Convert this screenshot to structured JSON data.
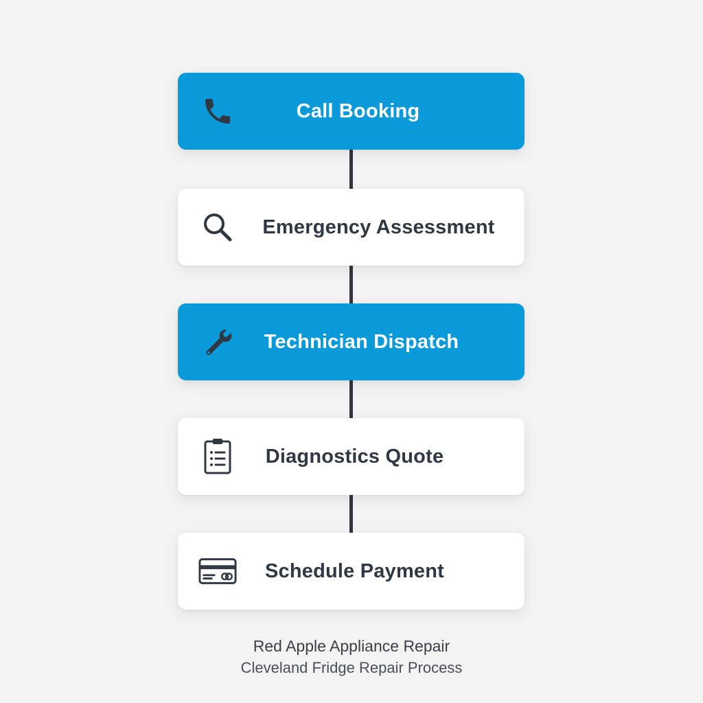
{
  "steps": [
    {
      "label": "Call Booking",
      "icon": "phone-icon",
      "style": "highlighted"
    },
    {
      "label": "Emergency Assessment",
      "icon": "magnifier-icon",
      "style": "default"
    },
    {
      "label": "Technician Dispatch",
      "icon": "wrench-icon",
      "style": "highlighted"
    },
    {
      "label": "Diagnostics Quote",
      "icon": "clipboard-checklist-icon",
      "style": "default"
    },
    {
      "label": "Schedule Payment",
      "icon": "credit-card-icon",
      "style": "default"
    }
  ],
  "footer": {
    "company": "Red Apple Appliance Repair",
    "process": "Cleveland Fridge Repair Process"
  },
  "colors": {
    "highlight": "#0a9ad9",
    "default_card": "#ffffff",
    "connector": "#2f3640",
    "text_dark": "#2f3843",
    "background": "#f3f3f3"
  }
}
